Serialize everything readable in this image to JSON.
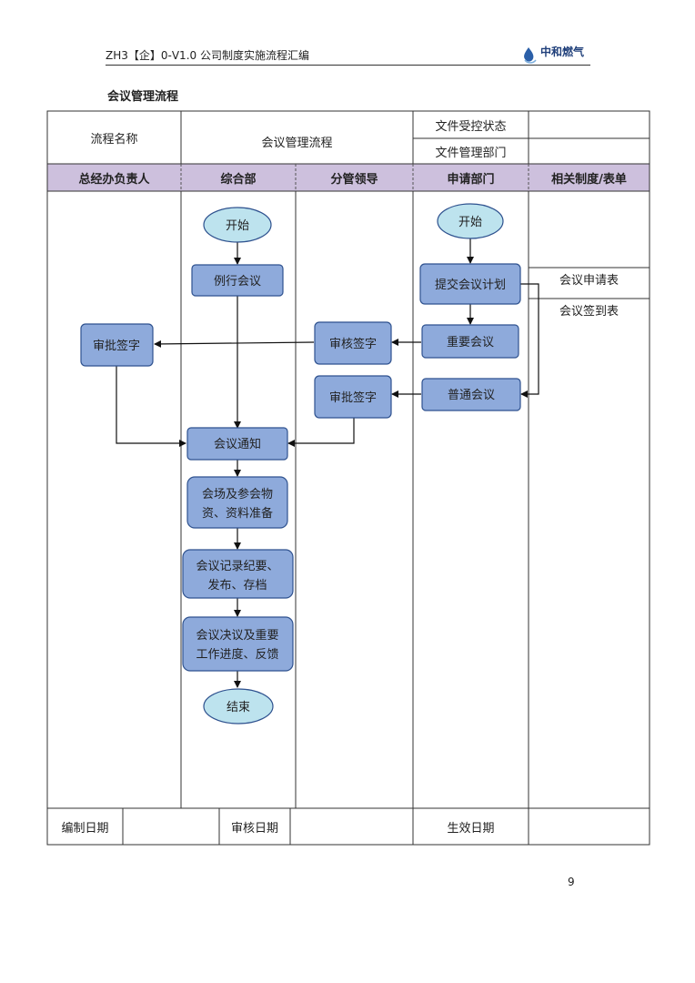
{
  "header": {
    "doc_code": "ZH3【企】0-V1.0 公司制度实施流程汇编",
    "logo_text": "中和燃气"
  },
  "section_title": "会议管理流程",
  "info_table": {
    "name_label": "流程名称",
    "name_value": "会议管理流程",
    "status_label": "文件受控状态",
    "status_value": "",
    "dept_label": "文件管理部门",
    "dept_value": ""
  },
  "lanes": [
    "总经办负责人",
    "综合部",
    "分管领导",
    "申请部门",
    "相关制度/表单"
  ],
  "nodes": {
    "start_zh": "开始",
    "routine_meeting": "例行会议",
    "start_apply": "开始",
    "submit_plan": "提交会议计划",
    "important_meeting": "重要会议",
    "review_sign": "审核签字",
    "approve_sign_gm": "审批签字",
    "normal_meeting": "普通会议",
    "approve_sign_leader": "审批签字",
    "notice": "会议通知",
    "prep_line1": "会场及参会物",
    "prep_line2": "资、资料准备",
    "record_line1": "会议记录纪要、",
    "record_line2": "发布、存档",
    "feedback_line1": "会议决议及重要",
    "feedback_line2": "工作进度、反馈",
    "end": "结束"
  },
  "forms": [
    "会议申请表",
    "会议签到表"
  ],
  "footer": {
    "compile_date_label": "编制日期",
    "compile_date_value": "",
    "review_date_label": "审核日期",
    "review_date_value": "",
    "effective_date_label": "生效日期",
    "effective_date_value": ""
  },
  "page_number": "9",
  "colors": {
    "lane_header_bg": "#cdc0dd",
    "process_fill": "#8eaadb",
    "process_stroke": "#2f528f",
    "terminal_fill": "#bde3ee",
    "terminal_stroke": "#2f528f"
  }
}
